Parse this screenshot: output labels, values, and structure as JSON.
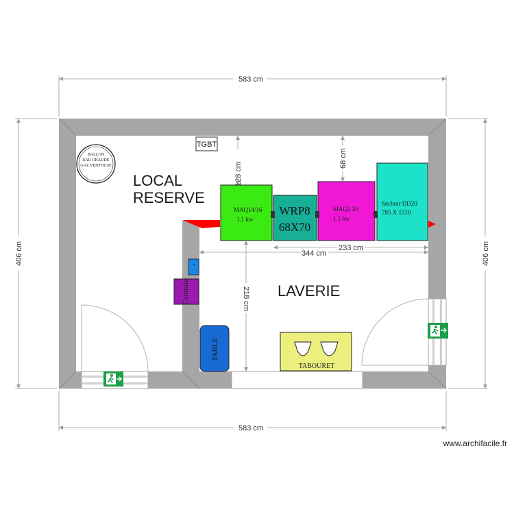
{
  "dimensions": {
    "top_width": "583 cm",
    "bottom_width": "583 cm",
    "left_height": "406 cm",
    "right_height": "406 cm",
    "laverie_width": "344 cm",
    "machines_width": "233 cm",
    "machine_depth": "128 cm",
    "wall_gap": "68 cm",
    "laverie_depth": "218 cm"
  },
  "rooms": {
    "local_reserve_line1": "LOCAL",
    "local_reserve_line2": "RESERVE",
    "laverie": "LAVERIE"
  },
  "equipment": {
    "tgbt": "TGBT",
    "ballon_line1": "BALLON",
    "ballon_line2": "EAU CHAUDE",
    "ballon_line3": "GAZ VENTOUSE",
    "maq14_line1": "MAQ14/16",
    "maq14_line2": "1.1 kw",
    "wrp8_line1": "WRP8",
    "wrp8_line2": "68X70",
    "maq220_line1": "MAQ2 20",
    "maq220_line2": "1.1 kw",
    "sechoir_line1": "Séchoir DD20",
    "sechoir_line2": "785 X 1510",
    "centrale": "Centrale",
    "table": "TABLE",
    "tabouret": "TABOURET"
  },
  "watermark": "www.archifacile.fr",
  "colors": {
    "wall": "#a6a6a6",
    "maq14": "#3bea13",
    "wrp8": "#17b097",
    "maq220": "#f018d6",
    "sechoir": "#1be2c8",
    "centrale": "#9a1ab0",
    "small_blue": "#1a87e3",
    "table": "#1a6ad4",
    "tabouret": "#ecef7d",
    "exit_sign": "#1e9e4a",
    "red_marker": "#ff0000"
  }
}
